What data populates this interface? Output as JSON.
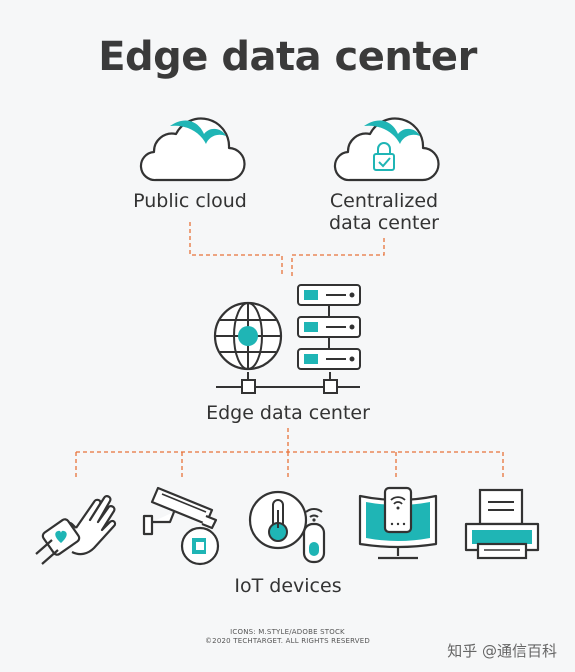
{
  "title": "Edge data center",
  "nodes": {
    "public_cloud": "Public cloud",
    "centralized_line1": "Centralized",
    "centralized_line2": "data center",
    "edge": "Edge data center",
    "iot": "IoT devices"
  },
  "credit": {
    "line1": "ICONS: M.STYLE/ADOBE STOCK",
    "line2": "©2020 TECHTARGET. ALL RIGHTS RESERVED"
  },
  "watermark": "知乎 @通信百科",
  "colors": {
    "accent": "#1fb5b5",
    "connector": "#e8733a",
    "stroke": "#333333"
  },
  "icons": [
    "cloud-icon",
    "cloud-lock-icon",
    "globe-icon",
    "server-stack-icon",
    "smartwatch-hand-icon",
    "security-camera-icon",
    "smart-thermostat-icon",
    "smartphone-monitor-icon",
    "printer-icon"
  ]
}
